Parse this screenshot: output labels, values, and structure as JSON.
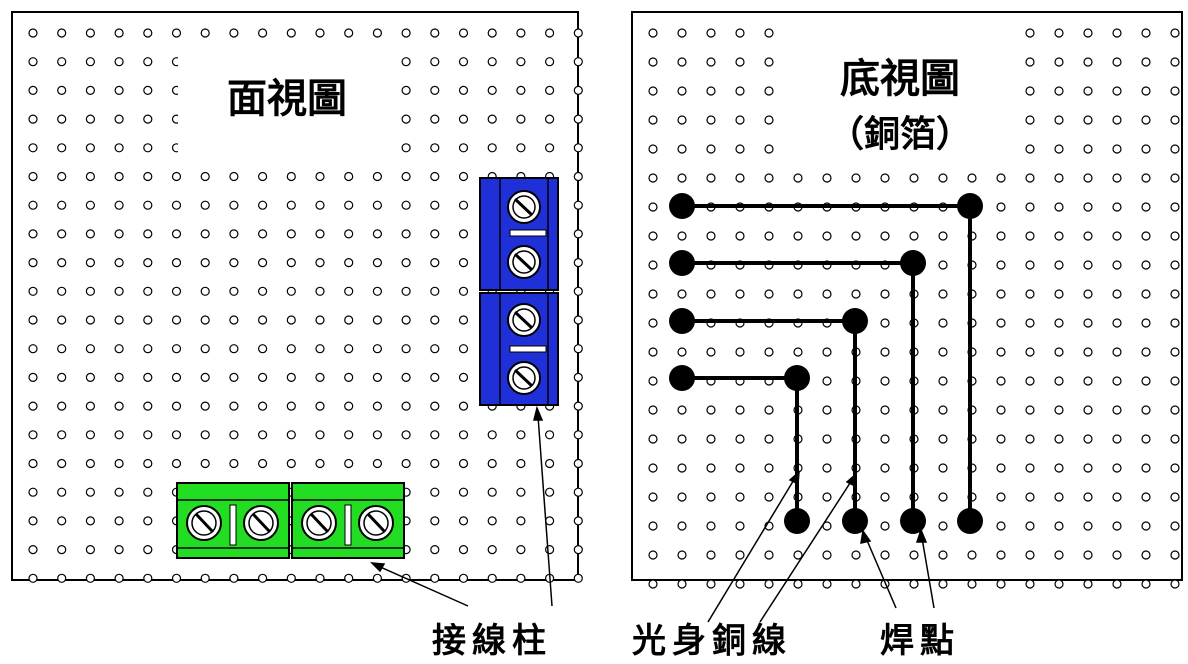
{
  "front_view": {
    "title": "面視圖",
    "terminal_label": "接線柱"
  },
  "bottom_view": {
    "title": "底視圖",
    "subtitle": "（銅箔）",
    "wire_label": "光身銅線",
    "solder_label": "焊點"
  },
  "colors": {
    "board_border": "#000000",
    "hole": "#000000",
    "terminal_blue": "#2030d8",
    "terminal_green": "#22dd22",
    "wire": "#000000"
  }
}
